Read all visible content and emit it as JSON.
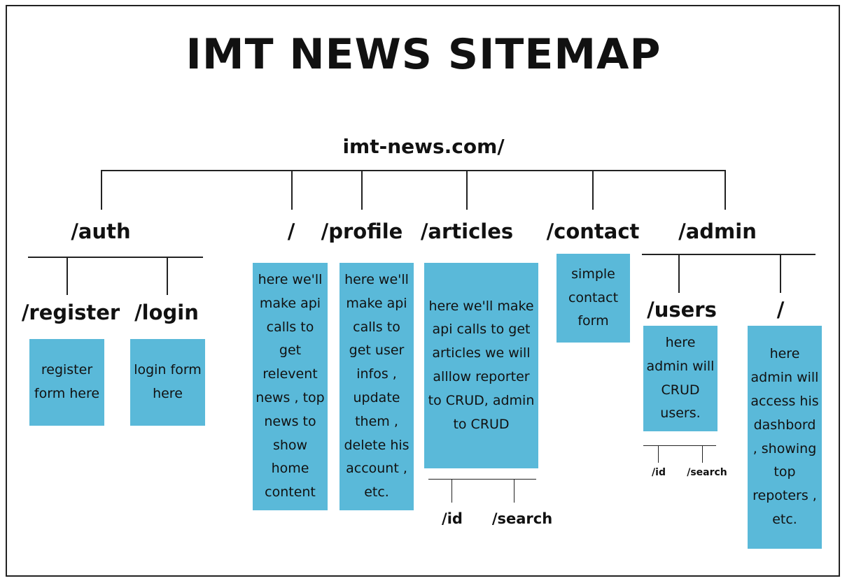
{
  "title": "IMT NEWS SITEMAP",
  "root": "imt-news.com/",
  "sections": {
    "auth": {
      "label": "/auth",
      "register": {
        "label": "/register",
        "note": "register form here"
      },
      "login": {
        "label": "/login",
        "note": "login form here"
      }
    },
    "home": {
      "label": "/",
      "note": "here we'll make api calls to get relevent news , top news to show home content"
    },
    "profile": {
      "label": "/profile",
      "note": "here we'll make api calls to get user infos , update them , delete his account , etc."
    },
    "articles": {
      "label": "/articles",
      "note": "here we'll make api calls to get articles we will alllow reporter to CRUD, admin to CRUD",
      "id": "/id",
      "search": "/search"
    },
    "contact": {
      "label": "/contact",
      "note": "simple contact form"
    },
    "admin": {
      "label": "/admin",
      "users": {
        "label": "/users",
        "note": "here admin will CRUD users.",
        "id": "/id",
        "search": "/search"
      },
      "dashboard": {
        "label": "/",
        "note": "here admin will access his dashbord , showing top repoters , etc."
      }
    }
  }
}
